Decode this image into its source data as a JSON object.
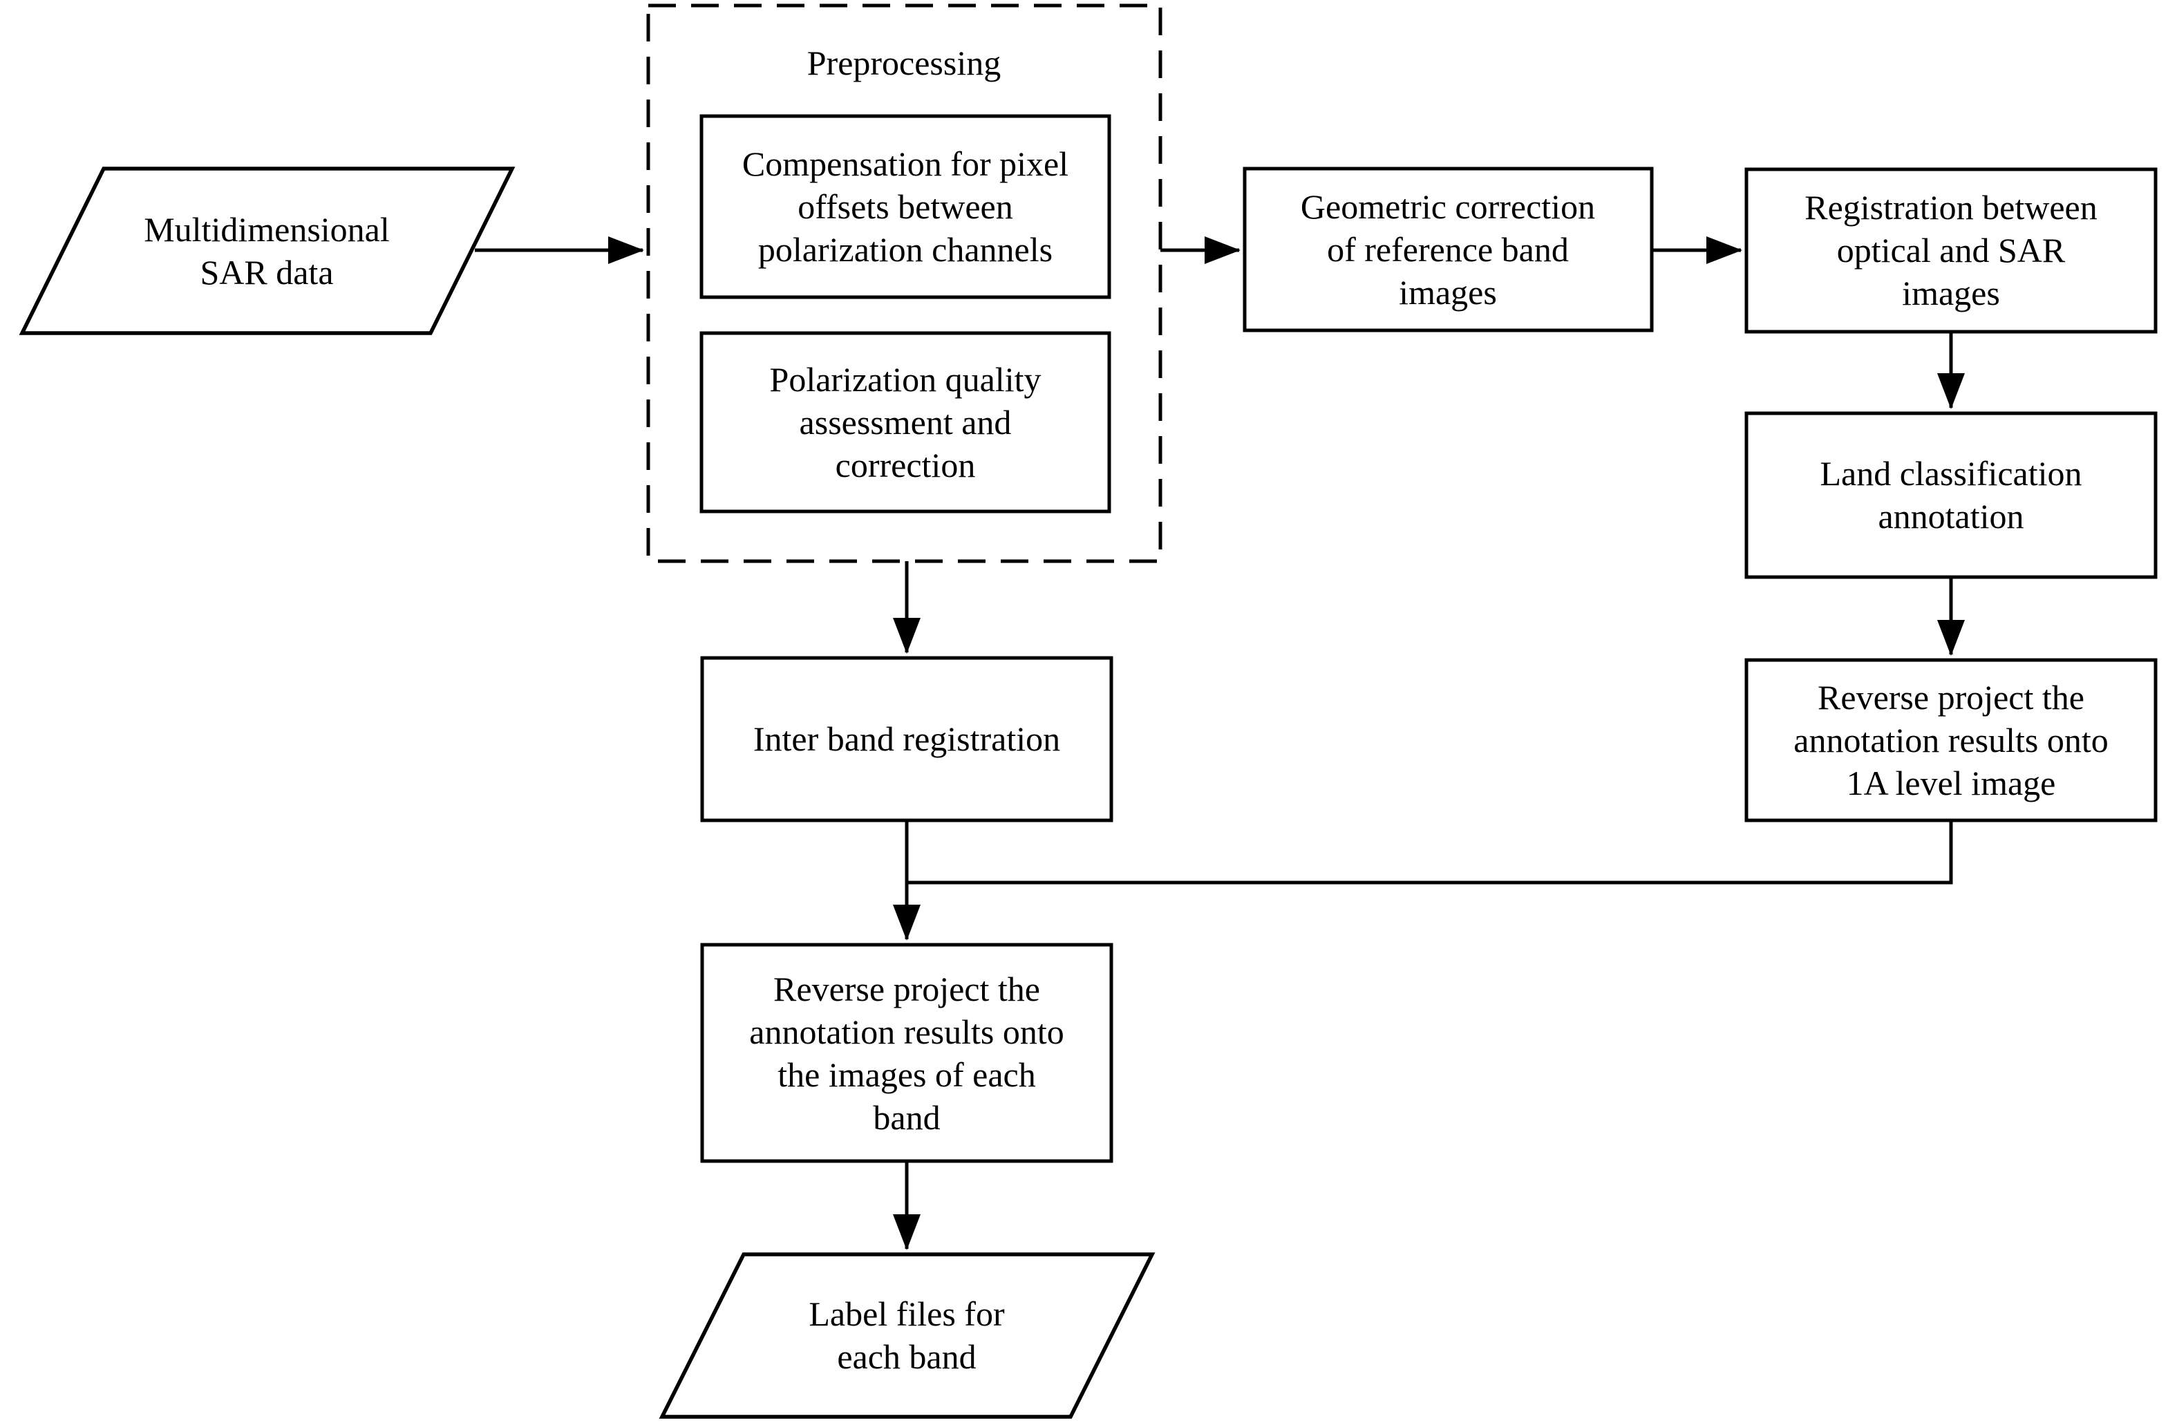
{
  "colors": {
    "ink": "#000000",
    "paper": "#ffffff"
  },
  "preprocessing_group": {
    "title": "Preprocessing"
  },
  "nodes": {
    "sar_input": {
      "shape": "parallelogram",
      "lines": [
        "Multidimensional",
        "SAR data"
      ]
    },
    "compensation": {
      "shape": "rect",
      "lines": [
        "Compensation for pixel",
        "offsets between",
        "polarization channels"
      ]
    },
    "polarization_quality": {
      "shape": "rect",
      "lines": [
        "Polarization quality",
        "assessment and",
        "correction"
      ]
    },
    "geometric_correction": {
      "shape": "rect",
      "lines": [
        "Geometric correction",
        "of reference band",
        "images"
      ]
    },
    "registration_optical_sar": {
      "shape": "rect",
      "lines": [
        "Registration between",
        "optical and SAR",
        "images"
      ]
    },
    "land_classification": {
      "shape": "rect",
      "lines": [
        "Land classification",
        "annotation"
      ]
    },
    "reverse_project_1a": {
      "shape": "rect",
      "lines": [
        "Reverse project the",
        "annotation results onto",
        "1A level image"
      ]
    },
    "inter_band_registration": {
      "shape": "rect",
      "lines": [
        "Inter band registration"
      ]
    },
    "reverse_project_bands": {
      "shape": "rect",
      "lines": [
        "Reverse project the",
        "annotation results onto",
        "the images of each",
        "band"
      ]
    },
    "label_files": {
      "shape": "parallelogram",
      "lines": [
        "Label files for",
        "each band"
      ]
    }
  },
  "edges": [
    {
      "from": "sar_input",
      "to": "preprocessing_group"
    },
    {
      "from": "preprocessing_group",
      "to": "geometric_correction"
    },
    {
      "from": "geometric_correction",
      "to": "registration_optical_sar"
    },
    {
      "from": "registration_optical_sar",
      "to": "land_classification"
    },
    {
      "from": "land_classification",
      "to": "reverse_project_1a"
    },
    {
      "from": "preprocessing_group",
      "to": "inter_band_registration"
    },
    {
      "from": "inter_band_registration",
      "to": "reverse_project_bands"
    },
    {
      "from": "reverse_project_1a",
      "to": "reverse_project_bands"
    },
    {
      "from": "reverse_project_bands",
      "to": "label_files"
    }
  ]
}
